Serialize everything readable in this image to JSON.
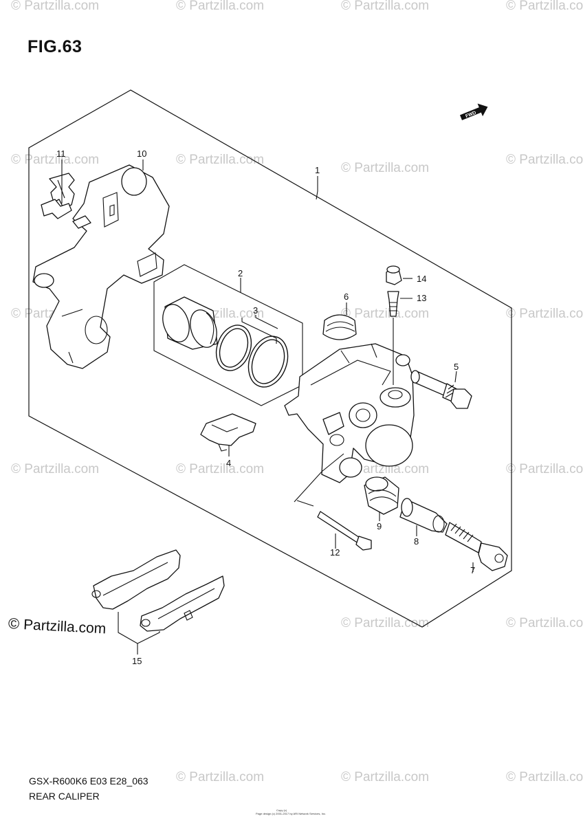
{
  "figure_label": "FIG.63",
  "watermark": "© Partzilla.com",
  "brand_text": "Partzilla.com",
  "copyright_symbol": "©",
  "fwd_label": "FWD",
  "callouts": {
    "p1": "1",
    "p2": "2",
    "p3": "3",
    "p4": "4",
    "p5": "5",
    "p6": "6",
    "p7": "7",
    "p8": "8",
    "p9": "9",
    "p10": "10",
    "p11": "11",
    "p12": "12",
    "p13": "13",
    "p14": "14",
    "p15": "15"
  },
  "footer": {
    "model_code": "GSX-R600K6 E03 E28_063",
    "diagram_name": "REAR CALIPER"
  },
  "fine_print": {
    "line1": "Copy (c)",
    "line2": "Page design (c) 2001-2017 by ARI Network Services, Inc."
  }
}
